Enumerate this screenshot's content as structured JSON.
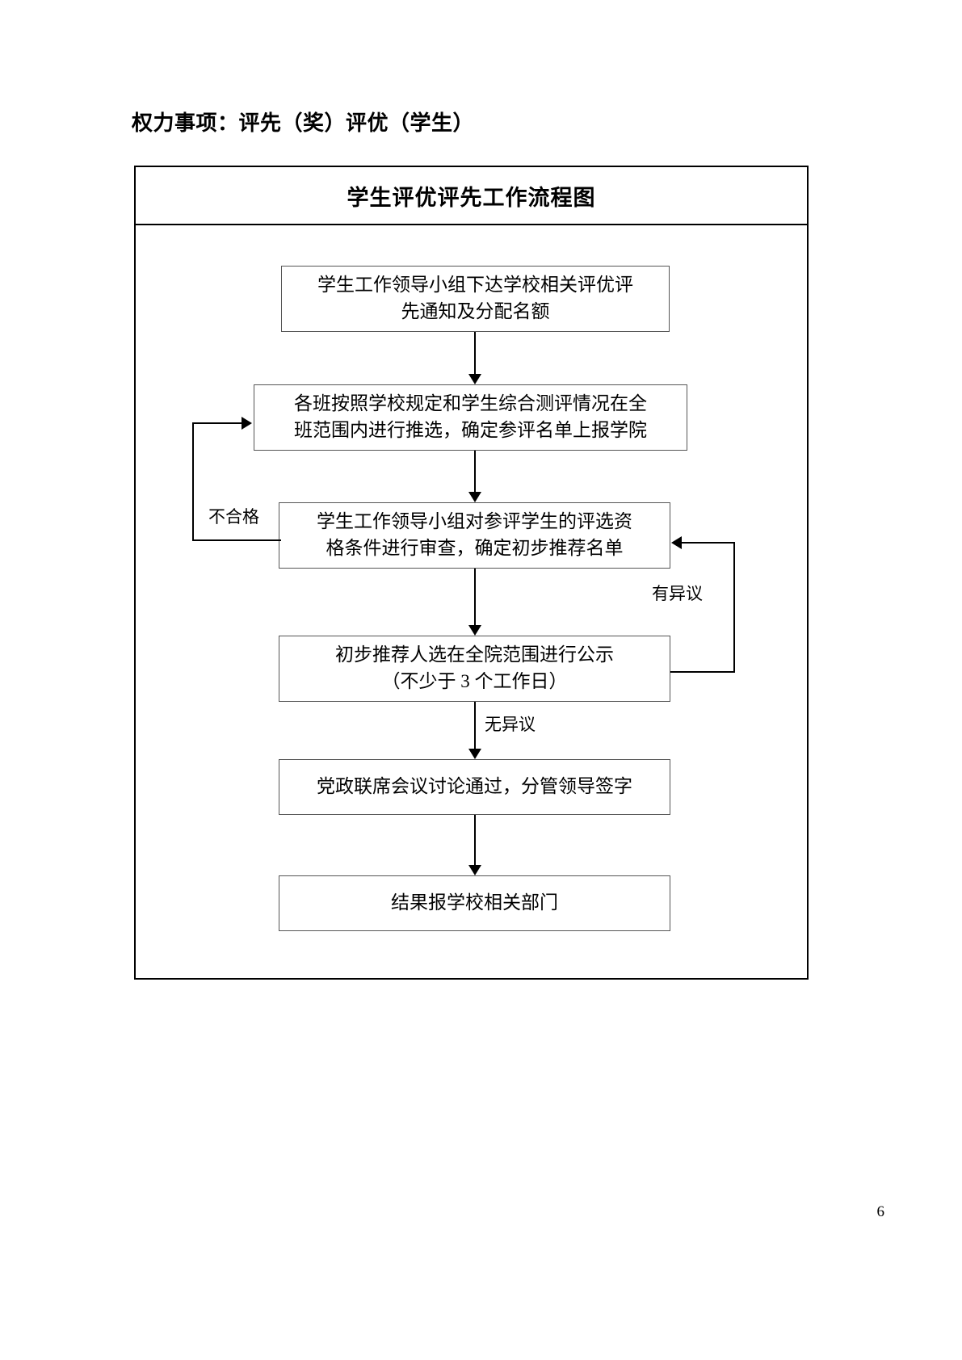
{
  "document": {
    "title": "权力事项：评先（奖）评优（学生）",
    "page_number": "6"
  },
  "flowchart": {
    "heading": "学生评优评先工作流程图",
    "nodes": [
      {
        "id": "node1",
        "line1": "学生工作领导小组下达学校相关评优评",
        "line2": "先通知及分配名额"
      },
      {
        "id": "node2",
        "line1": "各班按照学校规定和学生综合测评情况在全",
        "line2": "班范围内进行推选，确定参评名单上报学院"
      },
      {
        "id": "node3",
        "line1": "学生工作领导小组对参评学生的评选资",
        "line2": "格条件进行审查，确定初步推荐名单"
      },
      {
        "id": "node4",
        "line1": "初步推荐人选在全院范围进行公示",
        "line2": "（不少于 3 个工作日）"
      },
      {
        "id": "node5",
        "line1": "党政联席会议讨论通过，分管领导签字",
        "line2": ""
      },
      {
        "id": "node6",
        "line1": "结果报学校相关部门",
        "line2": ""
      }
    ],
    "edge_labels": {
      "fail": "不合格",
      "objection": "有异议",
      "no_objection": "无异议"
    }
  },
  "colors": {
    "ink": "#000000",
    "box_border": "#555555",
    "background": "#ffffff"
  }
}
